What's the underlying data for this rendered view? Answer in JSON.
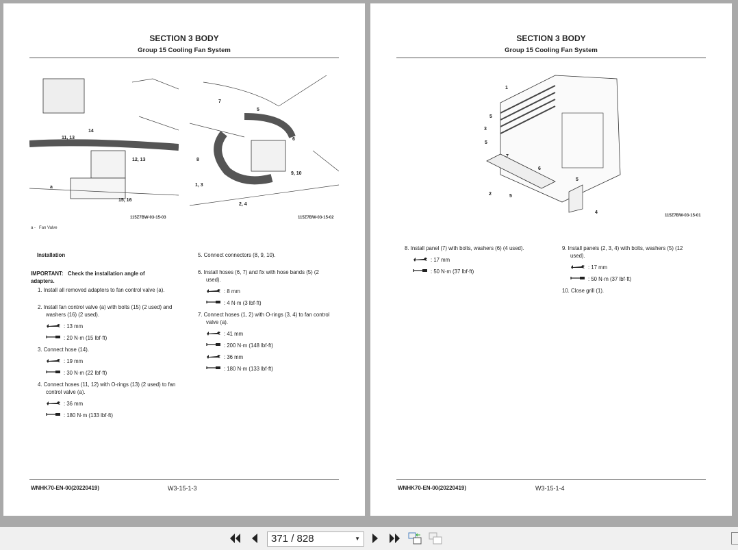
{
  "left_page": {
    "section": "SECTION 3 BODY",
    "group": "Group 15 Cooling Fan System",
    "fig1": {
      "code": "115Z7BW-03-15-03",
      "labels": [
        "11, 13",
        "14",
        "12, 13",
        "a",
        "15, 16"
      ]
    },
    "fig2": {
      "code": "115Z7BW-03-15-02",
      "labels": [
        "7",
        "5",
        "6",
        "8",
        "9, 10",
        "1, 3",
        "2, 4"
      ]
    },
    "legend": {
      "key": "a -",
      "text": "Fan Valve"
    },
    "heading": "Installation",
    "important_label": "IMPORTANT:",
    "important_text": "Check the installation angle of adapters.",
    "steps": [
      {
        "text": "1. Install all removed adapters to fan control valve (a).",
        "tools": []
      },
      {
        "text": "2. Install fan control valve (a) with bolts (15) (2 used) and washers (16) (2 used).",
        "tools": [
          {
            "icon": "wrench-icon",
            "value": ": 13 mm"
          },
          {
            "icon": "torque-wrench-icon",
            "value": ": 20 N·m (15 lbf·ft)"
          }
        ]
      },
      {
        "text": "3. Connect hose (14).",
        "tools": [
          {
            "icon": "wrench-icon",
            "value": ": 19 mm"
          },
          {
            "icon": "torque-wrench-icon",
            "value": ": 30 N·m (22 lbf·ft)"
          }
        ]
      },
      {
        "text": "4. Connect hoses (11, 12) with O-rings (13) (2 used) to fan control valve (a).",
        "tools": [
          {
            "icon": "wrench-icon",
            "value": ": 36 mm"
          },
          {
            "icon": "torque-wrench-icon",
            "value": ": 180 N·m (133 lbf·ft)"
          }
        ]
      },
      {
        "text": "5. Connect connectors (8, 9, 10).",
        "tools": []
      },
      {
        "text": "6. Install hoses (6, 7) and fix with hose bands (5) (2 used).",
        "tools": [
          {
            "icon": "wrench-icon",
            "value": ": 8 mm"
          },
          {
            "icon": "torque-wrench-icon",
            "value": ": 4 N·m (3 lbf·ft)"
          }
        ]
      },
      {
        "text": "7. Connect hoses (1, 2) with O-rings (3, 4) to fan control valve (a).",
        "tools": [
          {
            "icon": "wrench-icon",
            "value": ": 41 mm"
          },
          {
            "icon": "torque-wrench-icon",
            "value": ": 200 N·m (148 lbf·ft)"
          },
          {
            "icon": "wrench-icon",
            "value": ": 36 mm"
          },
          {
            "icon": "torque-wrench-icon",
            "value": ": 180 N·m (133 lbf·ft)"
          }
        ]
      }
    ],
    "footer": "WNHK70-EN-00(20220419)",
    "page_number": "W3-15-1-3"
  },
  "right_page": {
    "section": "SECTION 3 BODY",
    "group": "Group 15 Cooling Fan System",
    "fig": {
      "code": "115Z7BW-03-15-01",
      "labels": [
        "1",
        "5",
        "3",
        "5",
        "7",
        "6",
        "2",
        "5",
        "5",
        "4"
      ]
    },
    "steps": [
      {
        "text": "8. Install panel (7) with bolts, washers (6) (4 used).",
        "tools": [
          {
            "icon": "wrench-icon",
            "value": ": 17 mm"
          },
          {
            "icon": "torque-wrench-icon",
            "value": ": 50 N·m (37 lbf·ft)"
          }
        ]
      },
      {
        "text": "9. Install panels (2, 3, 4) with bolts, washers (5) (12 used).",
        "tools": [
          {
            "icon": "wrench-icon",
            "value": ": 17 mm"
          },
          {
            "icon": "torque-wrench-icon",
            "value": ": 50 N·m (37 lbf·ft)"
          }
        ]
      },
      {
        "text": "10. Close grill (1).",
        "tools": []
      }
    ],
    "footer": "WNHK70-EN-00(20220419)",
    "page_number": "W3-15-1-4"
  },
  "toolbar": {
    "page_value": "371 / 828",
    "icons": [
      "first-page-icon",
      "prev-page-icon",
      "next-page-icon",
      "last-page-icon",
      "single-page-view-icon",
      "two-page-view-icon"
    ]
  }
}
